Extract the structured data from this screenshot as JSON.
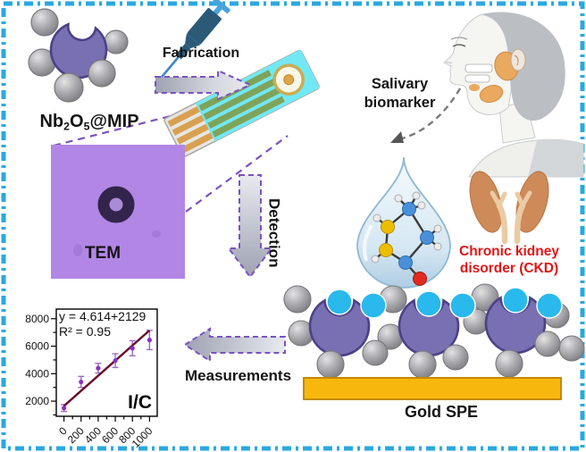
{
  "figure": {
    "labels": {
      "fabrication": "Fabrication",
      "tem": "TEM",
      "detection": "Detection",
      "salivary_line1": "Salivary",
      "salivary_line2": "biomarker",
      "ckd_line1": "Chronic kidney",
      "ckd_line2": "disorder (CKD)",
      "gold_spe": "Gold SPE",
      "measurements": "Measurements"
    },
    "formula": {
      "pre": "Nb",
      "sub1": "2",
      "mid": "O",
      "sub2": "5",
      "post": "@MIP"
    },
    "colors": {
      "border_blue": "#2AA8E0",
      "mip_purple": "#7870B2",
      "mip_outline": "#4C4187",
      "cyan_ball": "#29B9EC",
      "gold": "#F7B70D",
      "arrow_dash_purple": "#7B52C2",
      "ckd_red": "#E01616",
      "tem_background": "#B286E5",
      "kidney_orange": "#CE8A58",
      "gland_orange": "#E9A95F"
    }
  },
  "chart_data": {
    "type": "scatter",
    "x": [
      0,
      200,
      400,
      600,
      800,
      1000
    ],
    "y": [
      1500,
      3400,
      4400,
      4950,
      5850,
      6450
    ],
    "y_err": [
      250,
      400,
      350,
      500,
      550,
      700
    ],
    "fit_line": {
      "x": [
        0,
        1000
      ],
      "y": [
        1650,
        7150
      ]
    },
    "equation": "y = 4.614+2129",
    "r_squared": "R² = 0.95",
    "inner_label": "I/C",
    "x_ticks": [
      0,
      200,
      400,
      600,
      800,
      1000
    ],
    "y_ticks": [
      2000,
      4000,
      6000,
      8000
    ],
    "xlim": [
      -90,
      1090
    ],
    "ylim": [
      900,
      8700
    ],
    "grid": false,
    "point_color": "#8B2FC9",
    "error_color": "#9E6BC8",
    "line_color": "#6B0E28"
  }
}
